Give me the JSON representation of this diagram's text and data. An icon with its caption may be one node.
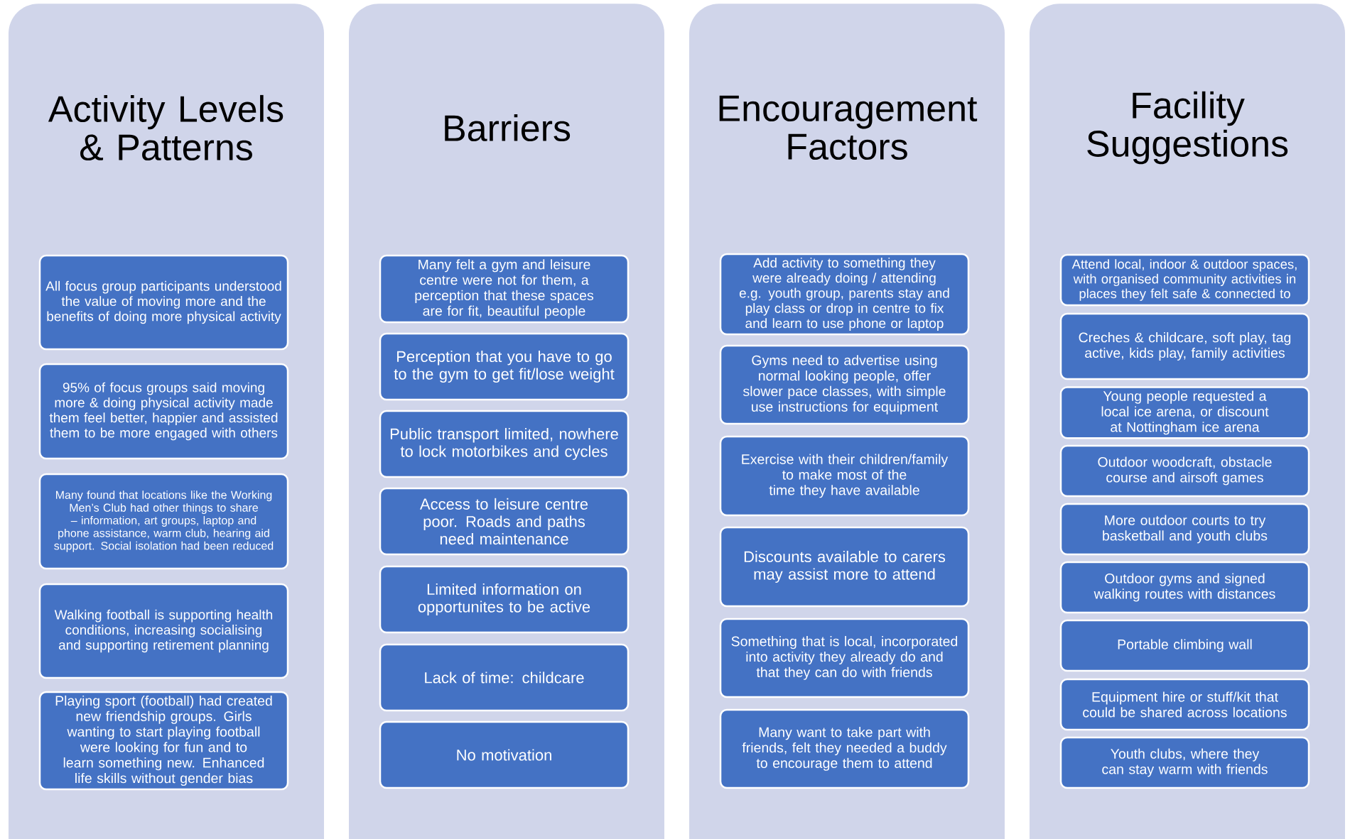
{
  "diagram": {
    "nodes": [
      {
        "text": [
          "Activity Levels & Patterns"
        ]
      },
      {
        "text": [
          "All focus group participants understood the value of moving more and the benefits of doing more physical activity"
        ],
        "in": 0
      },
      {
        "text": [
          "95% of focus groups said moving more & doing physical activity made them feel better, happier and assisted them to be more engaged with others"
        ],
        "in": 0
      },
      {
        "text": [
          "Many found that locations like the Working Men’s Club had other things to share – information, art groups, laptop and phone assistance, warm club, hearing aid support. Social isolation had been reduced"
        ],
        "in": 0
      },
      {
        "text": [
          "Walking football is supporting health conditions, increasing socialising and supporting retirement planning"
        ],
        "in": 0
      },
      {
        "text": [
          "Playing sport (football) had created new friendship groups. Girls wanting to start playing football were looking for fun and to learn something new. Enhanced life skills without gender bias"
        ],
        "in": 0
      },
      {
        "text": [
          "Barriers"
        ]
      },
      {
        "text": [
          "Many felt a gym and leisure centre were not for them, a perception that these spaces are for fit, beautiful people"
        ],
        "in": 6
      },
      {
        "text": [
          "Perception that you have to go to the gym to get fit/lose weight"
        ],
        "in": 6
      },
      {
        "text": [
          "Public transport limited, nowhere to lock motorbikes and cycles"
        ],
        "in": 6
      },
      {
        "text": [
          "Access to leisure centre poor. Roads and paths need maintenance"
        ],
        "in": 6
      },
      {
        "text": [
          "Limited information on opportunites to be active"
        ],
        "in": 6
      },
      {
        "text": [
          "Lack of time: childcare"
        ],
        "in": 6
      },
      {
        "text": [
          "No motivation"
        ],
        "in": 6
      },
      {
        "text": [
          "Encouragement Factors"
        ]
      },
      {
        "text": [
          "Add activity to something they were already doing / attending e.g. youth group, parents stay and play class or drop in centre to fix and learn to use phone or laptop"
        ],
        "in": 14
      },
      {
        "text": [
          "Gyms need to advertise using normal looking people, offer slower pace classes, with simple use instructions for equipment"
        ],
        "in": 14
      },
      {
        "text": [
          "Exercise with their children/family to make  most of the time they have available"
        ],
        "in": 14
      },
      {
        "text": [
          "Discounts available to carers may assist more to attend"
        ],
        "in": 14
      },
      {
        "text": [
          "Something that is local, incorporated into activity they already do and that they can do with friends"
        ],
        "in": 14
      },
      {
        "text": [
          "Many want to take part with friends, felt they needed a buddy to encourage them to attend"
        ],
        "in": 14
      },
      {
        "text": [
          "Facility Suggestions"
        ]
      },
      {
        "text": [
          "Attend local, indoor & outdoor spaces, with organised community activities in places they felt safe & connected to"
        ],
        "in": 21
      },
      {
        "text": [
          "Creches & childcare, soft play, tag active, kids play, family activities"
        ],
        "in": 21
      },
      {
        "text": [
          "Young people requested a local ice arena, or discount at Nottingham ice arena"
        ],
        "in": 21
      },
      {
        "text": [
          "Outdoor woodcraft, obstacle course and airsoft games"
        ],
        "in": 21
      },
      {
        "text": [
          "More outdoor courts to try basketball and youth clubs"
        ],
        "in": 21
      },
      {
        "text": [
          "Outdoor gyms and signed walking routes with distances"
        ],
        "in": 21
      },
      {
        "text": [
          "Portable climbing wall"
        ],
        "in": 21
      },
      {
        "text": [
          "Equipment hire or stuff/kit that could be shared across locations"
        ],
        "in": 21
      },
      {
        "text": [
          "Youth clubs, where they can stay warm with friends"
        ],
        "in": 21
      }
    ]
  }
}
